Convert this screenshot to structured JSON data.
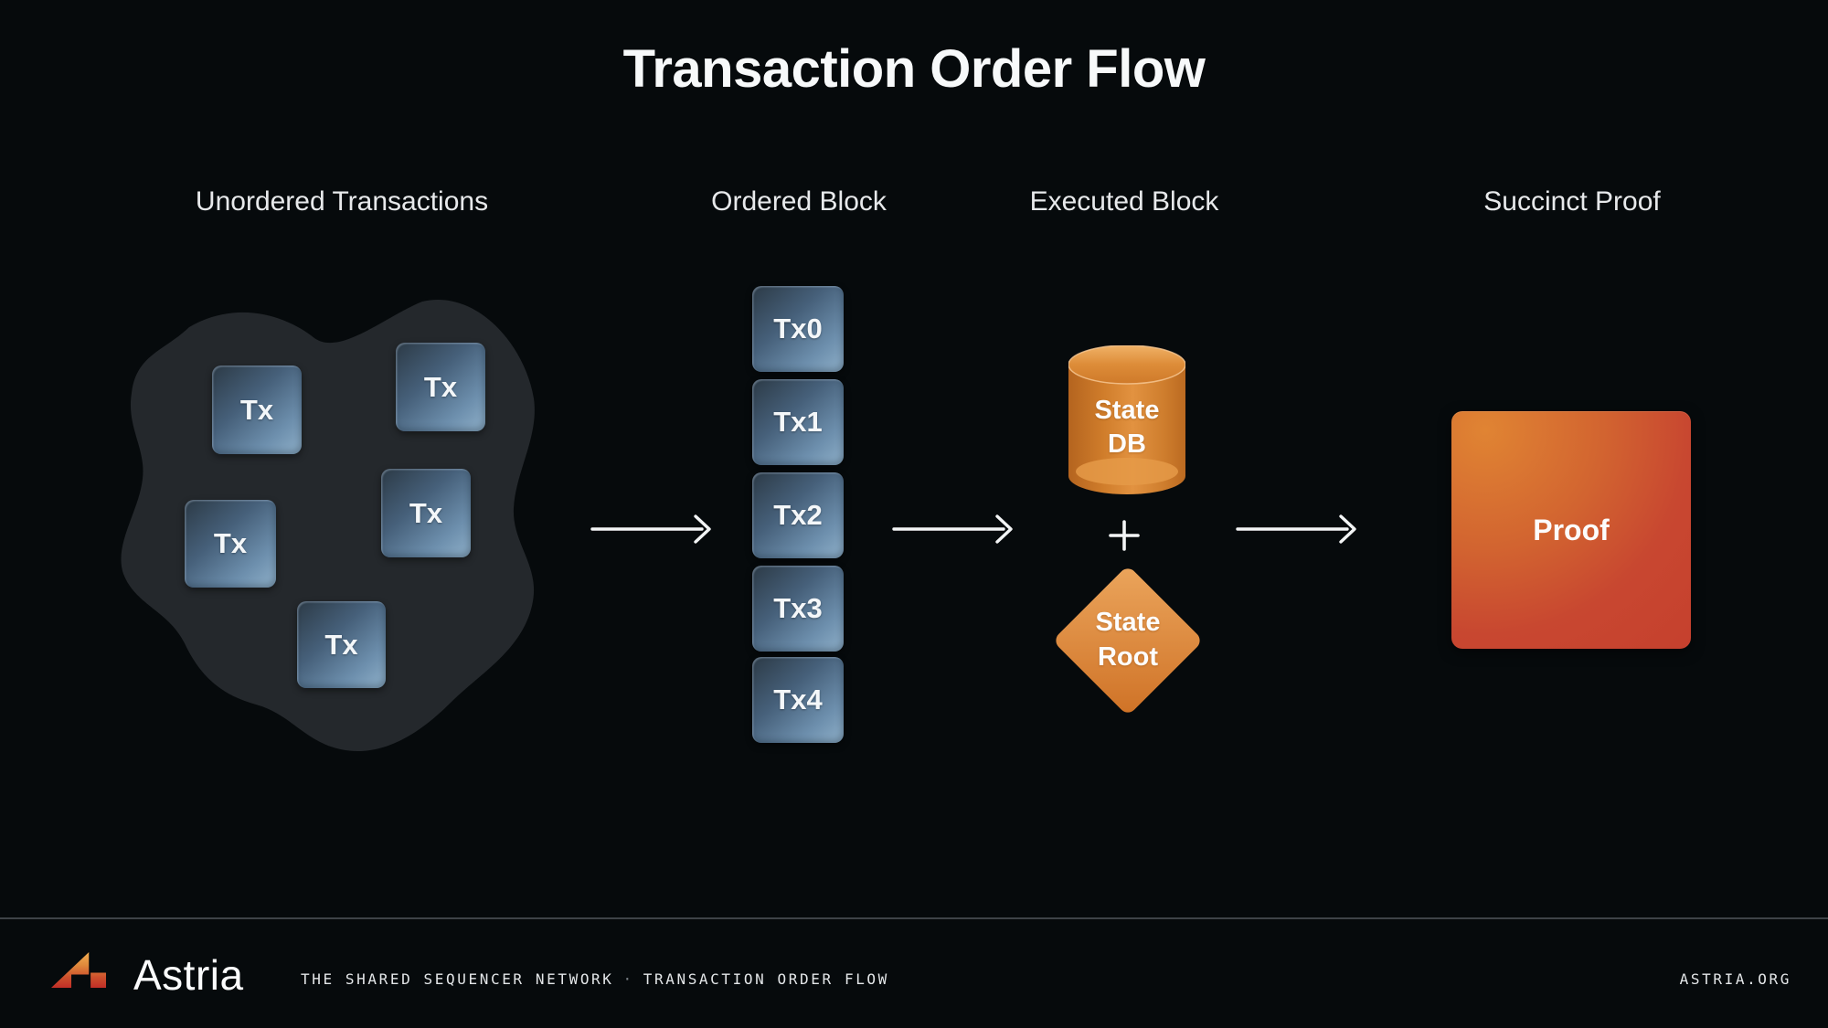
{
  "title": "Transaction Order Flow",
  "columns": {
    "unordered": "Unordered Transactions",
    "ordered": "Ordered Block",
    "executed": "Executed Block",
    "proof": "Succinct Proof"
  },
  "unordered": {
    "boxes": [
      "Tx",
      "Tx",
      "Tx",
      "Tx",
      "Tx"
    ]
  },
  "ordered": {
    "boxes": [
      "Tx0",
      "Tx1",
      "Tx2",
      "Tx3",
      "Tx4"
    ]
  },
  "executed": {
    "state_db": {
      "line1": "State",
      "line2": "DB"
    },
    "plus": "+",
    "state_root": {
      "line1": "State",
      "line2": "Root"
    }
  },
  "proof": {
    "label": "Proof"
  },
  "footer": {
    "brand": "Astria",
    "tagline_left": "THE SHARED SEQUENCER NETWORK",
    "separator": "·",
    "tagline_right": "TRANSACTION ORDER FLOW",
    "site": "ASTRIA.ORG"
  },
  "colors": {
    "background": "#060a0c",
    "blob": "#24282c",
    "tx_gradient_dark": "#2c3a46",
    "tx_gradient_light": "#8fb0c9",
    "orange_db": "#d97e2c",
    "diamond_top": "#e9a157",
    "diamond_bottom": "#d0742a",
    "proof_red": "#c7402e",
    "proof_orange": "#e08433",
    "arrow_white": "#f3f5f6",
    "footer_divider": "#3e4347",
    "logo_orange": "#f3ae52",
    "logo_red": "#c02b27"
  }
}
